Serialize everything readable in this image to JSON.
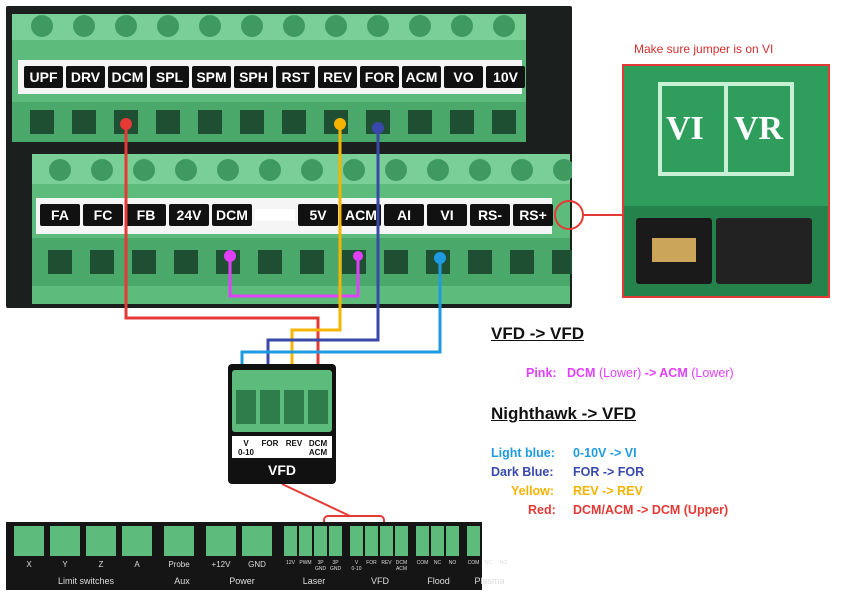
{
  "upper_terminals": [
    "UPF",
    "DRV",
    "DCM",
    "SPL",
    "SPM",
    "SPH",
    "RST",
    "REV",
    "FOR",
    "ACM",
    "VO",
    "10V"
  ],
  "lower_terminals": [
    "FA",
    "FC",
    "FB",
    "24V",
    "DCM",
    "",
    "5V",
    "ACM",
    "AI",
    "VI",
    "RS-",
    "RS+"
  ],
  "inset": {
    "caption": "Make sure jumper is on VI",
    "left_label": "VI",
    "right_label": "VR"
  },
  "vfd_to_vfd": {
    "heading": "VFD -> VFD",
    "lines": [
      {
        "color_name": "Pink:",
        "from": "DCM",
        "from_note": "(Lower)",
        "arrow": "->",
        "to": "ACM",
        "to_note": "(Lower)",
        "color": "#e040fb"
      }
    ]
  },
  "nighthawk_to_vfd": {
    "heading": "Nighthawk -> VFD",
    "lines": [
      {
        "color_name": "Light blue:",
        "mapping": "0-10V -> VI",
        "color": "#1e9be0"
      },
      {
        "color_name": "Dark Blue:",
        "mapping": "FOR -> FOR",
        "color": "#3949ab"
      },
      {
        "color_name": "Yellow:",
        "mapping": "REV -> REV",
        "color": "#f6b400"
      },
      {
        "color_name": "Red:",
        "mapping": "DCM/ACM ->  DCM (Upper)",
        "color": "#e53935"
      }
    ]
  },
  "vfd_connector": {
    "title": "VFD",
    "pins": [
      "V\n0-10",
      "FOR",
      "REV",
      "DCM\nACM"
    ]
  },
  "board": {
    "pin_labels": [
      "X",
      "Y",
      "Z",
      "A",
      "Probe",
      "+12V",
      "GND",
      "12V",
      "PWM",
      "3P\nGND",
      "3P\nGND",
      "V\n0-10",
      "FOR",
      "REV",
      "DCM\nACM",
      "COM",
      "NC",
      "NO",
      "COM",
      "NC",
      "NO"
    ],
    "groups": [
      "Limit switches",
      "Aux",
      "Power",
      "Laser",
      "VFD",
      "Flood",
      "Plasma"
    ]
  },
  "wire_colors": {
    "red": "#e53935",
    "yellow": "#f6b400",
    "dark_blue": "#3949ab",
    "light_blue": "#1e9be0",
    "pink": "#e040fb"
  }
}
